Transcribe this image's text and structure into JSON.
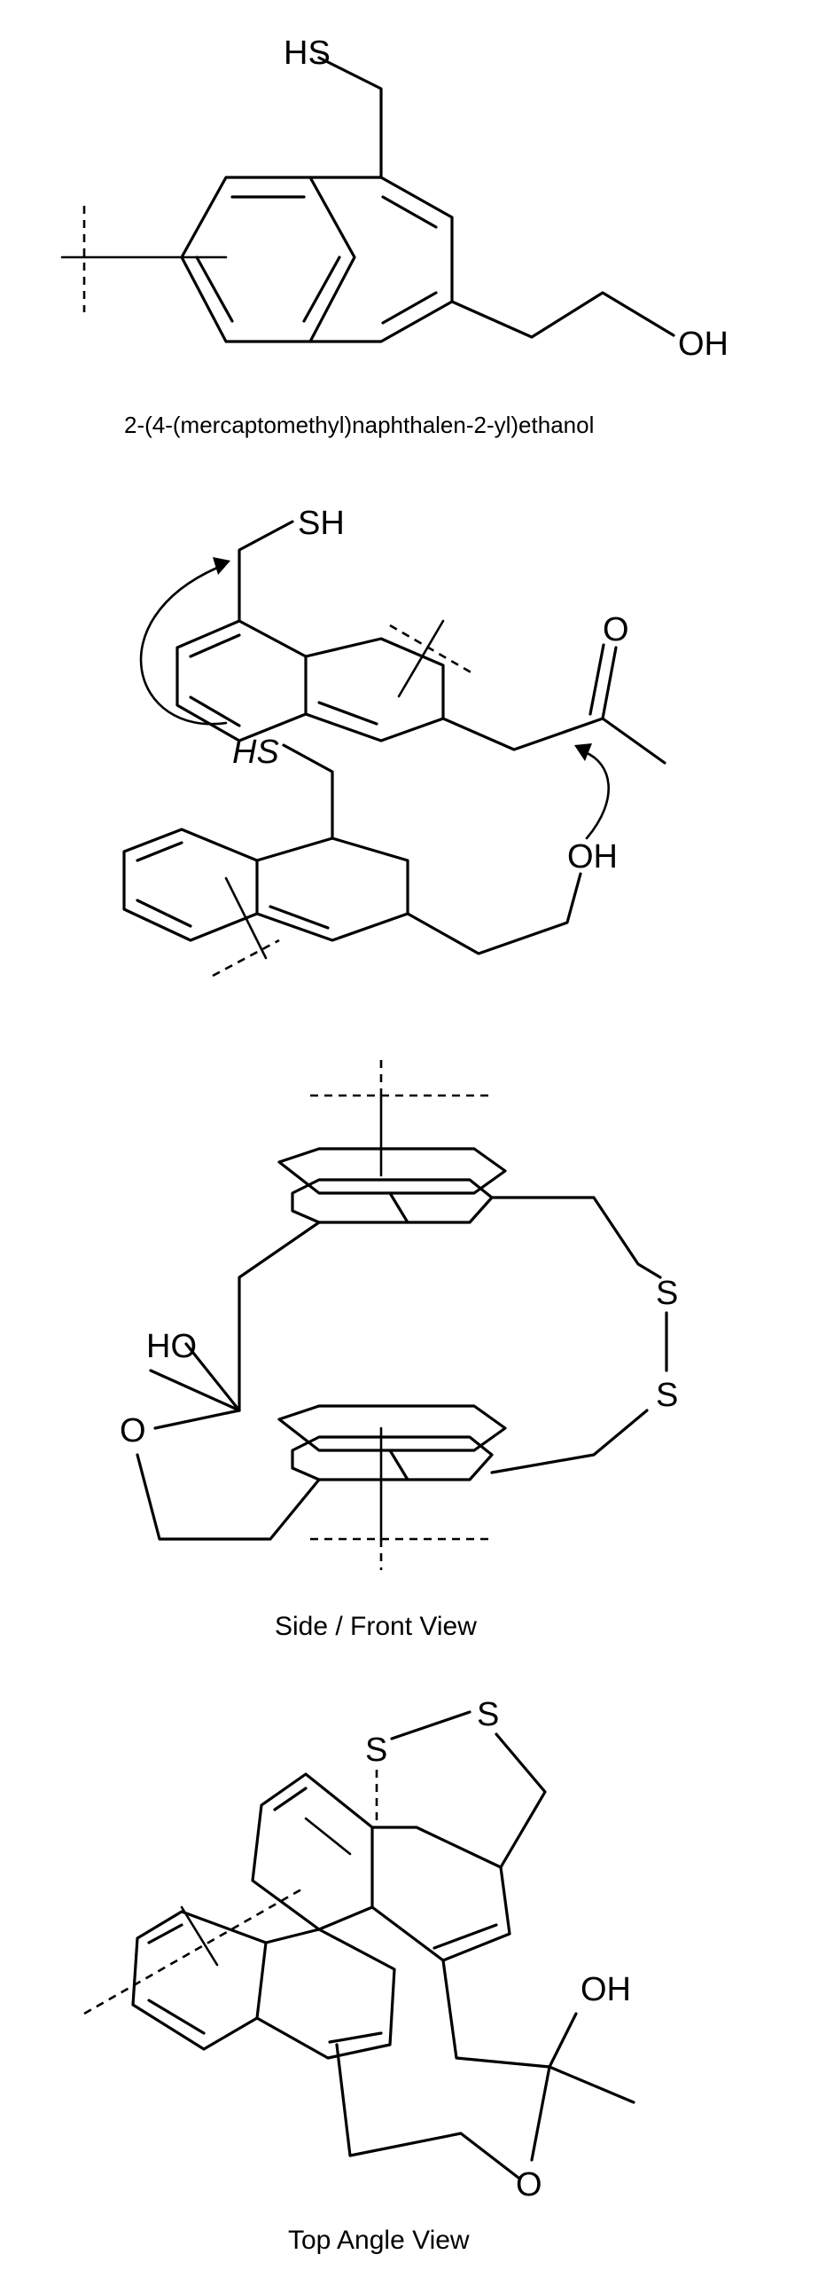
{
  "structures": {
    "s1": {
      "atoms": {
        "hs": "HS",
        "oh": "OH"
      },
      "caption": "2-(4-(mercaptomethyl)naphthalen-2-yl)ethanol"
    },
    "s2": {
      "atoms": {
        "sh_top": "SH",
        "o": "O",
        "hs": "HS",
        "oh": "OH"
      }
    },
    "s3": {
      "atoms": {
        "s1": "S",
        "s2": "S",
        "ho": "HO",
        "o": "O"
      },
      "caption": "Side / Front View"
    },
    "s4": {
      "atoms": {
        "s1": "S",
        "s2": "S",
        "oh": "OH",
        "o": "O"
      },
      "caption": "Top Angle View"
    }
  }
}
